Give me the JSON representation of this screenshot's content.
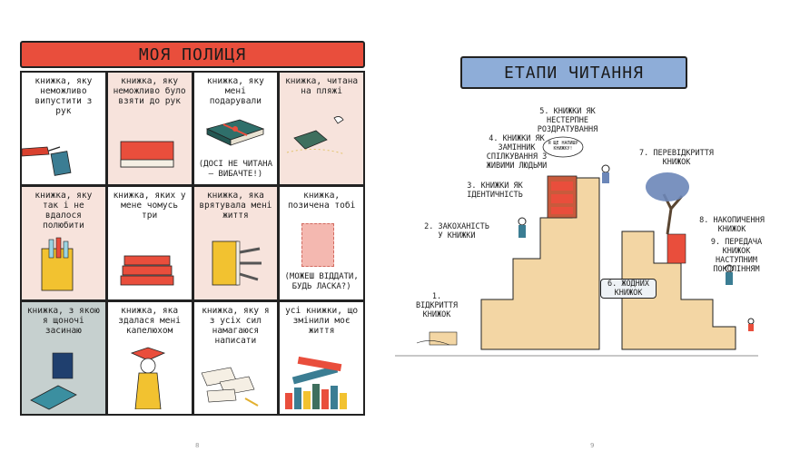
{
  "left": {
    "title": "МОЯ ПОЛИЦЯ",
    "cells": [
      {
        "text": "КНИЖКА, ЯКУ НЕМОЖЛИВО ВИПУСТИТИ З РУК"
      },
      {
        "text": "КНИЖКА, ЯКУ НЕМОЖЛИВО БУЛО ВЗЯТИ ДО РУК"
      },
      {
        "text": "КНИЖКА, ЯКУ МЕНІ ПОДАРУВАЛИ",
        "note": "(ДОСІ НЕ ЧИТАНА — ВИБАЧТЕ!)"
      },
      {
        "text": "КНИЖКА, ЧИТАНА НА ПЛЯЖІ"
      },
      {
        "text": "КНИЖКА, ЯКУ ТАК І НЕ ВДАЛОСЯ ПОЛЮБИТИ"
      },
      {
        "text": "КНИЖКА, ЯКИХ У МЕНЕ ЧОМУСЬ ТРИ"
      },
      {
        "text": "КНИЖКА, ЯКА ВРЯТУВАЛА МЕНІ ЖИТТЯ"
      },
      {
        "text": "КНИЖКА, ПОЗИЧЕНА ТОБІ",
        "note": "(МОЖЕШ ВІДДАТИ, БУДЬ ЛАСКА?)"
      },
      {
        "text": "КНИЖКА, З ЯКОЮ Я ЩОНОЧІ ЗАСИНАЮ"
      },
      {
        "text": "КНИЖКА, ЯКА ЗДАЛАСЯ МЕНІ КАПЕЛЮХОМ"
      },
      {
        "text": "КНИЖКА, ЯКУ Я З УСІХ СИЛ НАМАГАЮСЯ НАПИСАТИ"
      },
      {
        "text": "УСІ КНИЖКИ, ЩО ЗМІНИЛИ МОЄ ЖИТТЯ"
      }
    ],
    "page_number": "8"
  },
  "right": {
    "title": "ЕТАПИ ЧИТАННЯ",
    "stages": [
      "1. ВІДКРИТТЯ КНИЖОК",
      "2. ЗАКОХАНІСТЬ У КНИЖКИ",
      "3. КНИЖКИ ЯК ІДЕНТИЧНІСТЬ",
      "4. КНИЖКИ ЯК ЗАМІННИК СПІЛКУВАННЯ З ЖИВИМИ ЛЮДЬМИ",
      "5. КНИЖКИ ЯК НЕСТЕРПНЕ РОЗДРАТУВАННЯ",
      "6. ЖОДНИХ КНИЖОК",
      "7. ПЕРЕВІДКРИТТЯ КНИЖОК",
      "8. НАКОПИЧЕННЯ КНИЖОК",
      "9. ПЕРЕДАЧА КНИЖОК НАСТУПНИМ ПОКОЛІННЯМ"
    ],
    "bubble": "Я ЩЕ НАПИШУ КНИЖКУ!",
    "page_number": "9"
  }
}
